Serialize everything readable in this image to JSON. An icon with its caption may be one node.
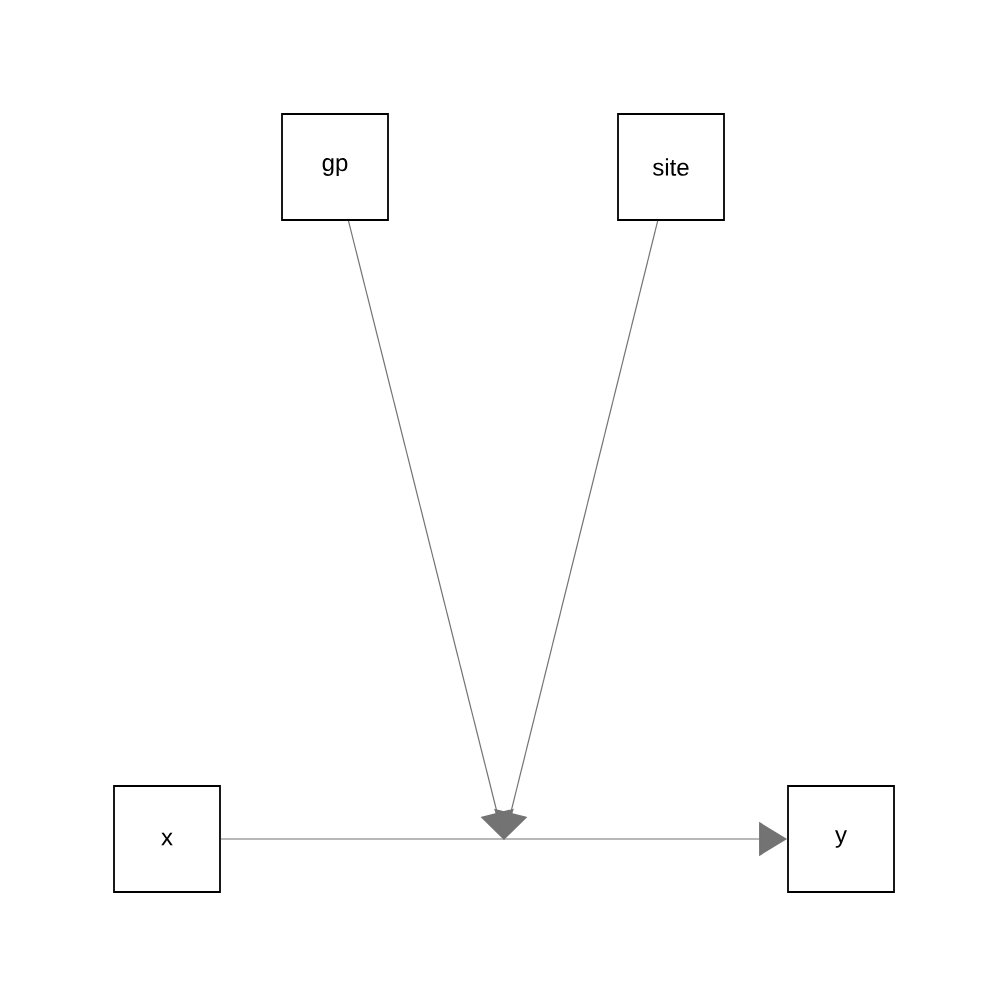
{
  "diagram": {
    "nodes": [
      {
        "text": [
          "gp"
        ]
      },
      {
        "text": [
          "site"
        ]
      },
      {
        "text": [
          "x"
        ]
      },
      {
        "text": [
          "y"
        ]
      }
    ],
    "edges": [
      {
        "from": 0,
        "to": null,
        "arrow": "to"
      },
      {
        "from": 1,
        "to": null,
        "arrow": "to"
      },
      {
        "from": 2,
        "to": 3,
        "arrow": "to"
      }
    ]
  }
}
